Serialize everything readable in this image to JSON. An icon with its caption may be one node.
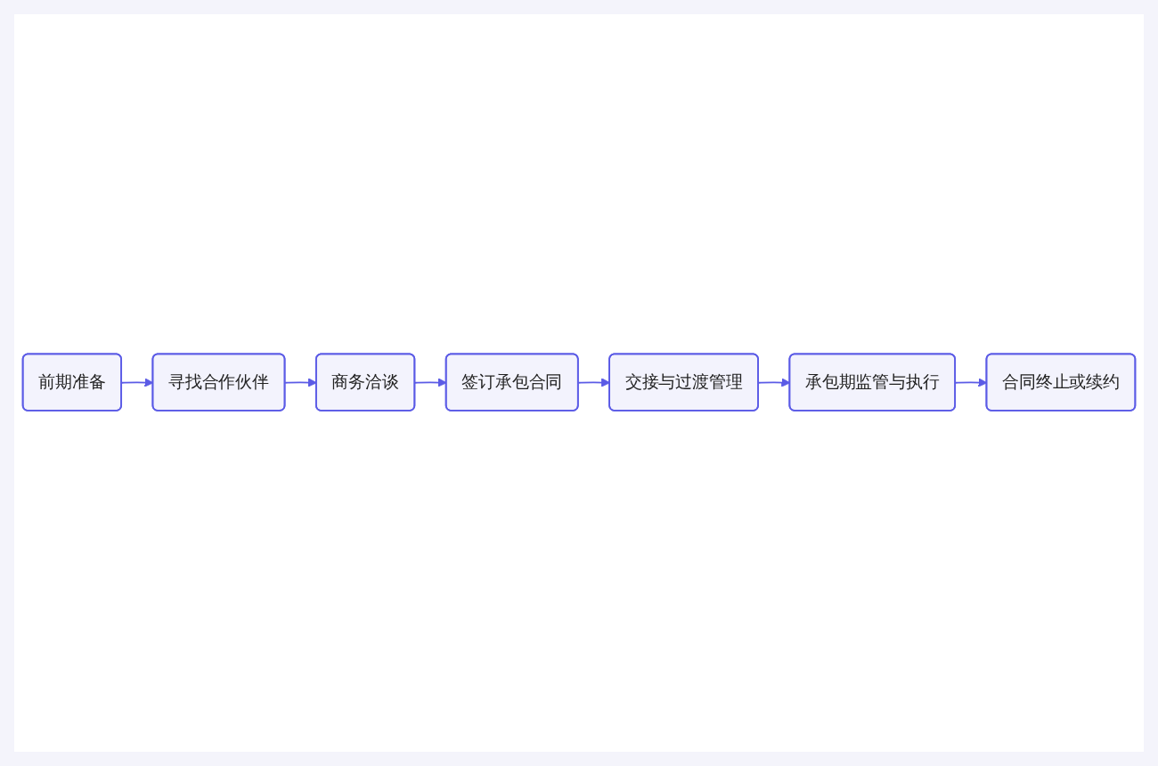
{
  "diagram": {
    "nodes": [
      {
        "text": [
          "前期准备"
        ]
      },
      {
        "text": [
          "寻找合作伙伴"
        ]
      },
      {
        "text": [
          "商务洽谈"
        ]
      },
      {
        "text": [
          "签订承包合同"
        ]
      },
      {
        "text": [
          "交接与过渡管理"
        ]
      },
      {
        "text": [
          "承包期监管与执行"
        ]
      },
      {
        "text": [
          "合同终止或续约"
        ]
      }
    ],
    "edges": [
      {
        "from": 0,
        "to": 1,
        "arrow": "to"
      },
      {
        "from": 1,
        "to": 2,
        "arrow": "to"
      },
      {
        "from": 2,
        "to": 3,
        "arrow": "to"
      },
      {
        "from": 3,
        "to": 4,
        "arrow": "to"
      },
      {
        "from": 4,
        "to": 5,
        "arrow": "to"
      },
      {
        "from": 5,
        "to": 6,
        "arrow": "to"
      }
    ]
  }
}
